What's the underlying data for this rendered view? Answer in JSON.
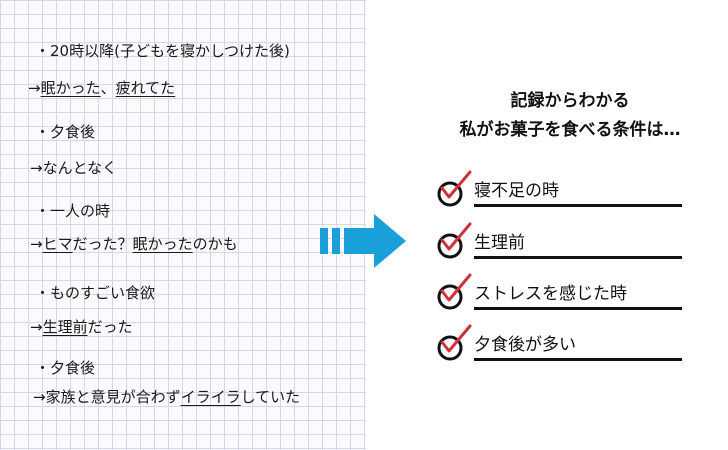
{
  "notes": [
    {
      "segments": [
        {
          "t": "・20時以降(子どもを寝かしつけた後)",
          "u": false
        }
      ]
    },
    {
      "segments": [
        {
          "t": "→",
          "u": false
        },
        {
          "t": "眠かった",
          "u": true
        },
        {
          "t": "、",
          "u": false
        },
        {
          "t": "疲れてた",
          "u": true
        }
      ]
    },
    {
      "segments": [
        {
          "t": "・夕食後",
          "u": false
        }
      ]
    },
    {
      "segments": [
        {
          "t": "→なんとなく",
          "u": false
        }
      ]
    },
    {
      "segments": [
        {
          "t": "・一人の時",
          "u": false
        }
      ]
    },
    {
      "segments": [
        {
          "t": "→",
          "u": false
        },
        {
          "t": "ヒマ",
          "u": true
        },
        {
          "t": "だった？",
          "u": false
        },
        {
          "t": "眠かった",
          "u": true
        },
        {
          "t": "のかも",
          "u": false
        }
      ]
    },
    {
      "segments": [
        {
          "t": "・ものすごい食欲",
          "u": false
        }
      ]
    },
    {
      "segments": [
        {
          "t": "→",
          "u": false
        },
        {
          "t": "生理前",
          "u": true
        },
        {
          "t": "だった",
          "u": false
        }
      ]
    },
    {
      "segments": [
        {
          "t": "・夕食後",
          "u": false
        }
      ]
    },
    {
      "segments": [
        {
          "t": "→家族と意見が合わず",
          "u": false
        },
        {
          "t": "イライラ",
          "u": true
        },
        {
          "t": "していた",
          "u": false
        }
      ]
    }
  ],
  "title": {
    "line1": "記録からわかる",
    "line2": "私がお菓子を食べる条件は…"
  },
  "checklist": [
    "寝不足の時",
    "生理前",
    "ストレスを感じた時",
    "夕食後が多い"
  ],
  "colors": {
    "arrow": "#1aa0d8",
    "check": "#d0303a",
    "grid": "#d3d8ec"
  }
}
